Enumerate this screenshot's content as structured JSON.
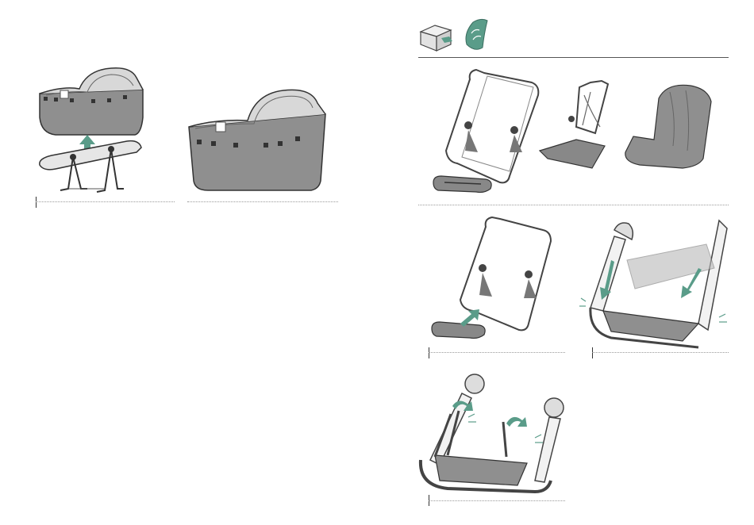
{
  "page": {
    "background": "#ffffff",
    "accent_color": "#5a9c89",
    "line_color": "#444444",
    "fabric_color": "#8f8f8f"
  },
  "left_spread": {
    "steps": [
      {
        "name": "attach-bassinet",
        "icons": [
          "bassinet-icon",
          "frame-icon",
          "up-arrow-icon"
        ]
      },
      {
        "name": "bassinet-assembled",
        "icons": [
          "bassinet-icon"
        ]
      }
    ]
  },
  "right_spread": {
    "header_icons": [
      "open-box-icon",
      "seat-fabric-icon"
    ],
    "steps": [
      {
        "name": "seat-parts-overview",
        "icons": [
          "seat-frame-icon",
          "footrest-icon",
          "harness-icon",
          "seat-cushion-icon"
        ]
      },
      {
        "name": "attach-footrest",
        "icons": [
          "seat-frame-icon",
          "footrest-icon",
          "up-arrow-icon"
        ]
      },
      {
        "name": "click-footrest-in",
        "icons": [
          "down-arrow-icon",
          "click-lines-icon"
        ]
      },
      {
        "name": "fold-footrest-support",
        "icons": [
          "curved-arrow-icon",
          "click-lines-icon"
        ]
      }
    ]
  }
}
